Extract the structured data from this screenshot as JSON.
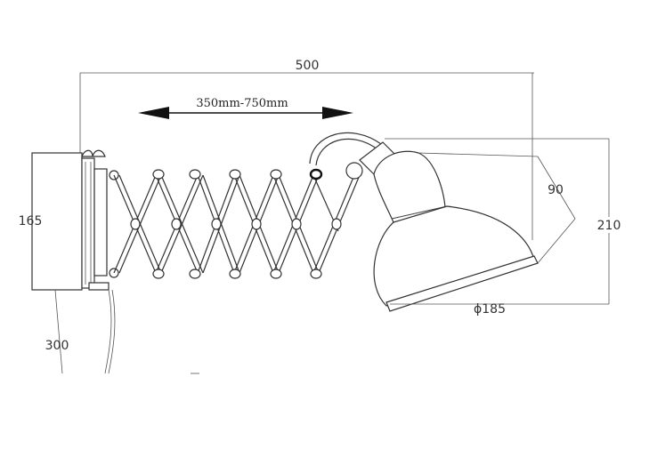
{
  "dimensions": {
    "overall_width": "500",
    "extension_range": "350mm-750mm",
    "base_height": "165",
    "cord_length": "300",
    "shade_depth": "90",
    "total_height": "210",
    "shade_diameter": "ϕ185"
  },
  "colors": {
    "line": "#444444",
    "arrow": "#111111",
    "text": "#333333"
  }
}
